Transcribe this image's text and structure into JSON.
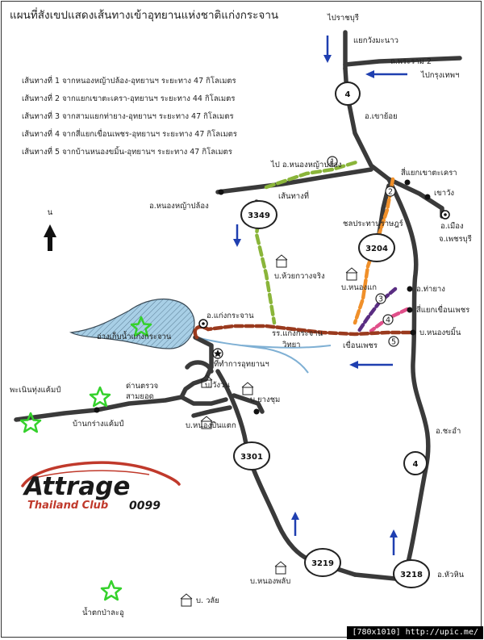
{
  "title": "แผนที่สังเขปแสดงเส้นทางเข้าอุทยานแห่งชาติแก่งกระจาน",
  "routes": [
    "เส้นทางที่ 1 จากหนองหญ้าปล้อง-อุทยานฯ  ระยะทาง 47 กิโลเมตร",
    "เส้นทางที่ 2 จากแยกเขาตะเครา-อุทยานฯ  ระยะทาง 44 กิโลเมตร",
    "เส้นทางที่ 3 จากสามแยกท่ายาง-อุทยานฯ  ระยะทาง 47 กิโลเมตร",
    "เส้นทางที่ 4 จากสี่แยกเขื่อนเพชร-อุทยานฯ  ระยะทาง 47 กิโลเมตร",
    "เส้นทางที่ 5 จากบ้านหนองขมิ้น-อุทยานฯ  ระยะทาง 47 กิโลเมตร"
  ],
  "places": {
    "ratchaburi": "ไปราชบุรี",
    "wang_manao": "แยกวังมะนาว",
    "rama2": "ถ.พระราม 2",
    "to_bangkok": "ไปกรุงเทพฯ",
    "khao_yoi": "อ.เขาย้อย",
    "to_nong_ya_plong": "ไป อ.หนองหญ้าปล้อง",
    "khao_ta_khrao": "สี่แยกเขาตะเครา",
    "khao_wang": "เขาวัง",
    "route_label": "เส้นทางที่",
    "nong_ya_plong": "อ.หนองหญ้าปล้อง",
    "chon_prathan": "ชลประทานราษฎร์",
    "mueang": "อ.เมือง",
    "phetchaburi": "จ.เพชรบุรี",
    "huai_krawang": "บ.ห้วยกวางจริง",
    "nong_kae": "บ.หนองแก",
    "tha_yang": "อ.ท่ายาง",
    "khuean_phet_junction": "สี่แยกเขื่อนเพชร",
    "nong_khamin": "บ.หนองขมิ้น",
    "kaeng_krachan_district": "อ.แก่งกระจาน",
    "reservoir": "อ่างเก็บน้ำแก่งกระจาน",
    "school_1": "รร.แก่งกระจาน",
    "school_2": "วิทยา",
    "khuean_phet": "เขื่อนเพชร",
    "park_office": "ที่ทำการอุทยานฯ",
    "wang_wan": "บ.วังวน",
    "checkpoint_1": "ด่านตรวจ",
    "checkpoint_2": "สามยอด",
    "phanoen_thung": "พะเนินทุ่งแค้มป์",
    "yang_chum": "บ.ยางชุม",
    "krang_camp": "บ้านกร่างแค้มป์",
    "nong_pen_taek": "บ.หนองปืนแตก",
    "cha_am": "อ.ชะอำ",
    "nong_plub": "บ.หนองพลับ",
    "hua_hin": "อ.หัวหิน",
    "pala_u": "น้ำตกป่าละอู",
    "wa_lai": "บ. วลัย"
  },
  "compass": "น",
  "road_numbers": {
    "r4_top": "4",
    "r3349": "3349",
    "r3204": "3204",
    "r3301": "3301",
    "r4_bottom": "4",
    "r3219": "3219",
    "r3218": "3218"
  },
  "route_markers": [
    "1",
    "2",
    "3",
    "4",
    "5"
  ],
  "logo": {
    "main": "Attrage",
    "sub": "Thailand Club",
    "num": "0099"
  },
  "footer": "[780x1010] http://upic.me/",
  "colors": {
    "road": "#3a3a3a",
    "route1": "#8ab53a",
    "route2": "#f0902a",
    "route3": "#5a2d82",
    "route4": "#e0508a",
    "route5": "#9a3a1e",
    "water": "#a8cfe6",
    "arrow": "#1f3fb0",
    "star": "#35d12c",
    "logo_red": "#c0392b"
  }
}
